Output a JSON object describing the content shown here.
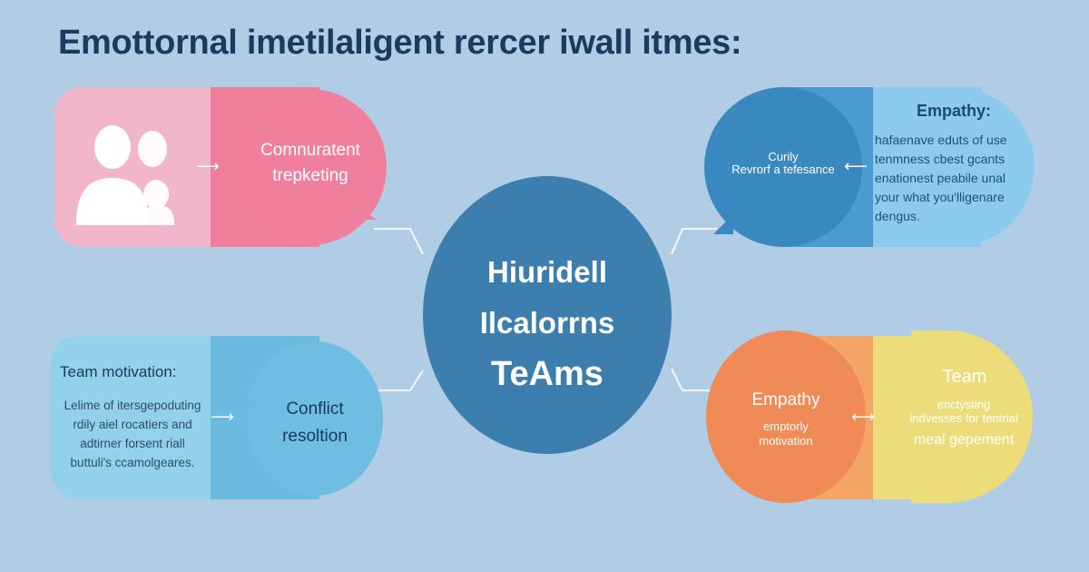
{
  "title": "Emottornal imetilaligent rercer iwall itmes:",
  "center": {
    "lines": [
      "Hiuridell",
      "Ilcalorrns",
      "TeAms"
    ]
  },
  "top_left": {
    "label_lines": [
      "Comnuratent",
      "trepketing"
    ]
  },
  "bottom_left": {
    "heading": "Team motivation:",
    "body_lines": [
      "Lelime of itersgepoduting",
      "rdily aiel rocatiers and",
      "adtirner forsent riall",
      "buttuli's ccamolgeares."
    ],
    "circle_lines": [
      "Conflict",
      "resoltion"
    ]
  },
  "top_right": {
    "circle_lines": [
      "Curily",
      "Revrorf a tefesance"
    ],
    "heading": "Empathy:",
    "body_lines": [
      "hafaenave eduts of use",
      "tenmness cbest gcants",
      "enationest peabile unal",
      "your what you'lligenare",
      "dengus."
    ]
  },
  "bottom_right": {
    "circle_title": "Empathy",
    "circle_lines": [
      "emptorly",
      "motivation"
    ],
    "heading": "Team",
    "body_lines": [
      "enctysting",
      "indvesses for tentrial"
    ],
    "body_last": "meal gepement"
  },
  "icons": {
    "people": "people-icon",
    "arrow_right": "arrow-right-icon",
    "arrow_left": "arrow-left-icon",
    "arrow_both": "arrow-both-icon"
  },
  "colors": {
    "background": "#b1cde6",
    "title": "#1c3a5e",
    "center": "#3c7fae",
    "pink": "#f07f9d",
    "light_blue": "#6fbde2",
    "blue": "#3a88c0",
    "orange": "#f08a56",
    "yellow": "#ecdd7a"
  }
}
